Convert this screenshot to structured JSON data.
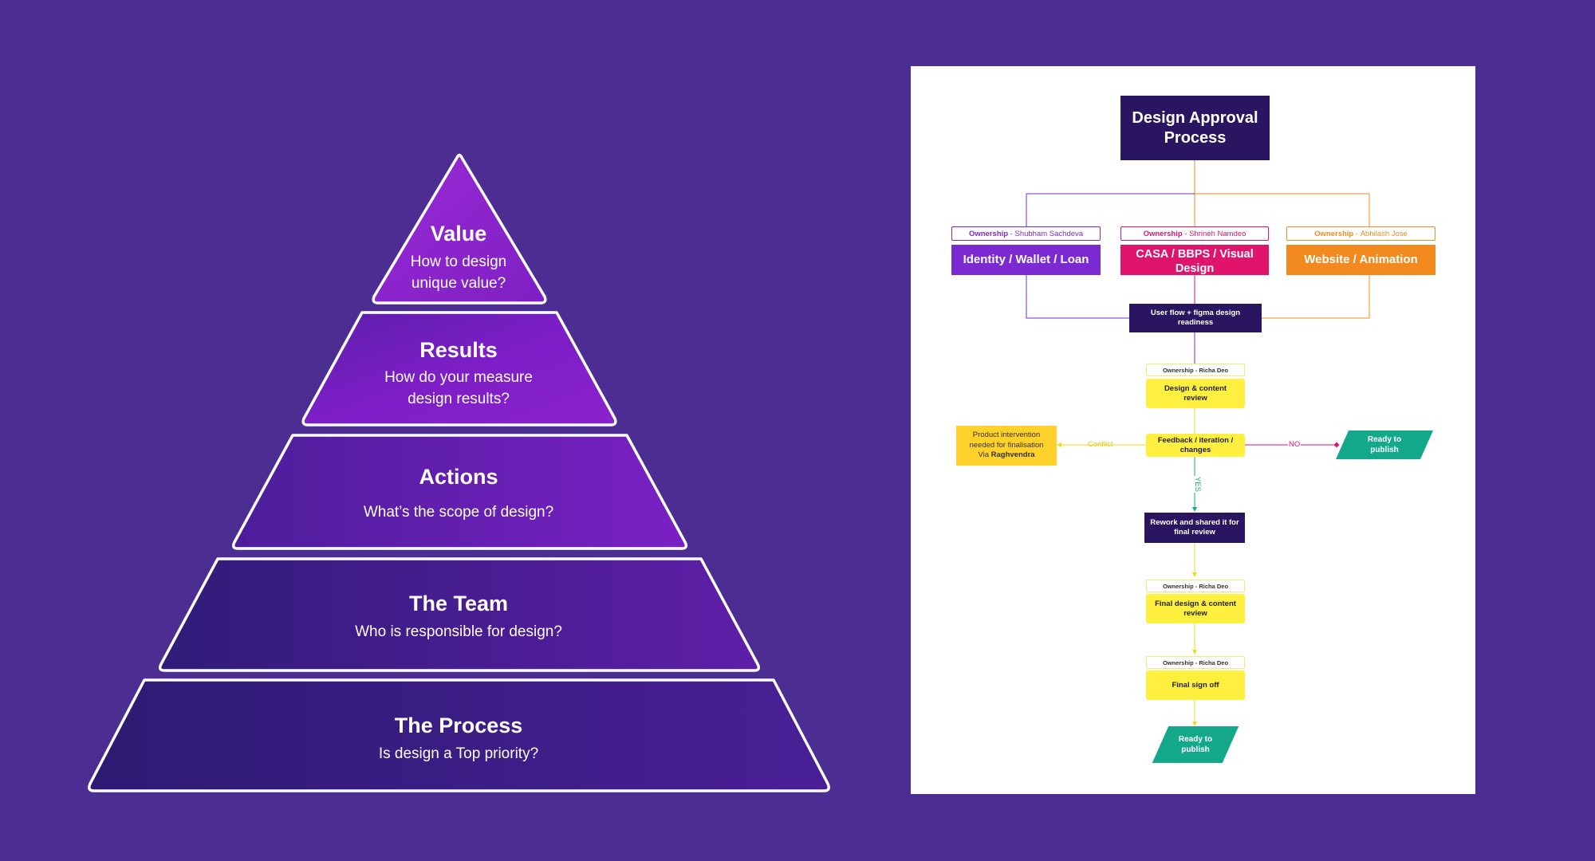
{
  "colors": {
    "background": "#4c2e93",
    "dark_box": "#2a1660",
    "identity": "#7a2ad0",
    "casa": "#e0146a",
    "website": "#f28a1f",
    "review": "#ffef3f",
    "product": "#ffd12a",
    "publish": "#14a88b"
  },
  "pyramid": {
    "tiers": [
      {
        "title": "Value",
        "subtitle_line1": "How to design",
        "subtitle_line2": "unique value?"
      },
      {
        "title": "Results",
        "subtitle_line1": "How do your measure",
        "subtitle_line2": "design results?"
      },
      {
        "title": "Actions",
        "subtitle_line1": "What’s the scope of design?",
        "subtitle_line2": ""
      },
      {
        "title": "The Team",
        "subtitle_line1": "Who is responsible for design?",
        "subtitle_line2": ""
      },
      {
        "title": "The Process",
        "subtitle_line1": "Is design a Top priority?",
        "subtitle_line2": ""
      }
    ]
  },
  "flow": {
    "title_line1": "Design Approval",
    "title_line2": "Process",
    "owners": [
      {
        "prefix": "Ownership",
        "name": "Shubham Sachdeva"
      },
      {
        "prefix": "Ownership",
        "name": "Shrineh Namdeo"
      },
      {
        "prefix": "Ownership",
        "name": "Abhilash Jose"
      }
    ],
    "streams": [
      "Identity / Wallet / Loan",
      "CASA / BBPS / Visual Design",
      "Website / Animation"
    ],
    "readiness": "User flow + figma design readiness",
    "review_owner": "Ownership - Richa Deo",
    "review": "Design & content review",
    "feedback": "Feedback / iteration / changes",
    "product_line1": "Product intervention",
    "product_line2": "needed for finalisation",
    "product_via": "Via",
    "product_name": "Raghvendra",
    "conflict_label": "Conflict",
    "no_label": "NO",
    "yes_label": "YES",
    "ready_publish": "Ready to publish",
    "rework": "Rework and shared it for final review",
    "final_review_owner": "Ownership - Richa Deo",
    "final_review": "Final design & content review",
    "signoff_owner": "Ownership - Richa Deo",
    "signoff": "Final sign off",
    "ready_publish_final": "Ready to publish"
  }
}
